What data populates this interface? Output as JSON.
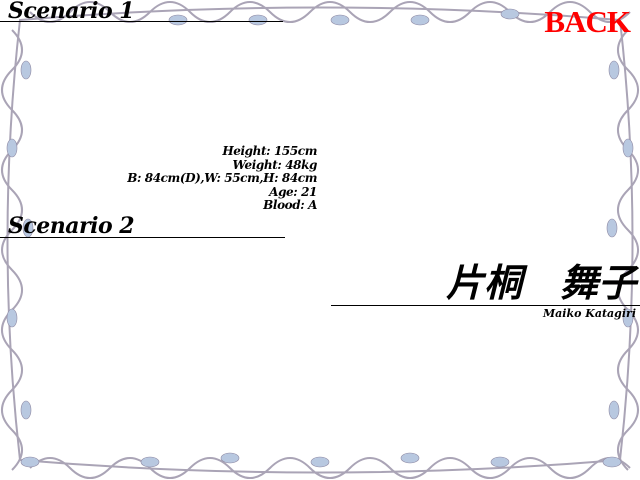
{
  "scenario1": {
    "label": "Scenario 1"
  },
  "scenario2": {
    "label": "Scenario 2"
  },
  "back": {
    "label": "BACK"
  },
  "profile": {
    "height": "Height: 155cm",
    "weight": "Weight: 48kg",
    "measurements": "B: 84cm(D),W: 55cm,H: 84cm",
    "age": "Age: 21",
    "blood": "Blood: A",
    "name_jp": "片桐　舞子",
    "name_en": "Maiko Katagiri"
  },
  "colors": {
    "back": "#ff0000",
    "ornament": "#a8a2b8",
    "leaf": "#b8c8e0"
  }
}
